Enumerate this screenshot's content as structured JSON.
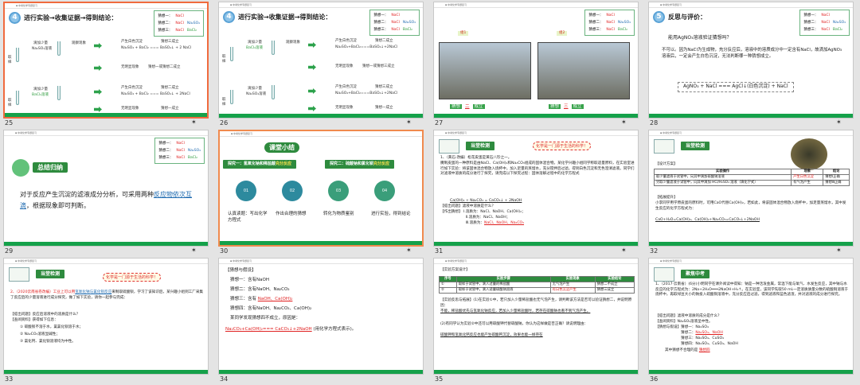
{
  "slides": [
    {
      "number": "25",
      "selected": true,
      "title": "进行实验→收集证据→得到结论：",
      "badge": "4",
      "hyp": [
        "猜想一：",
        "NaCl",
        "猜想二：",
        "NaCl",
        "Na₂SO₄",
        "猜想三：",
        "NaCl",
        "BaCl₂"
      ],
      "row1_label": "取样",
      "row2_label": "取样",
      "r1a": "滴加少量",
      "r1b": "Na₂SO₄溶液",
      "r1c": "产生白色沉淀",
      "r1d": "猜想三成立",
      "r1e": "Na₂SO₄ + BaCl₂ === BaSO₄↓ + 2 NaCl",
      "r1f": "无明显现象",
      "r1g": "猜想一或猜想二成立",
      "r2a": "滴加少量",
      "r2b": "BaCl₂溶液",
      "r2c": "产生白色沉淀",
      "r2d": "猜想二成立",
      "r2e": "Na₂SO₄ + BaCl₂ === BaSO₄↓ + 2NaCl",
      "r2f": "无明显现象",
      "r2g": "猜想一成立",
      "observe": "观察现象"
    },
    {
      "number": "26",
      "title": "进行实验→收集证据→得到结论：",
      "badge": "4",
      "r1a": "滴加少量",
      "r1b": "BaCl₂溶液",
      "r1c": "产生白色沉淀",
      "r1d": "猜想二成立",
      "r1e": "Na₂SO₄+BaCl₂===BaSO₄↓+2NaCl",
      "r1f": "无明显现象",
      "r1g": "猜想一或猜想三成立",
      "r2a": "滴加少量",
      "r2b": "Na₂SO₄溶液",
      "r2c": "产生白色沉淀",
      "r2d": "猜想三成立",
      "r2e": "Na₂SO₄+BaCl₂===BaSO₄↓+2NaCl",
      "r2f": "无明显现象",
      "r2g": "猜想一成立"
    },
    {
      "number": "27",
      "label1": "组1",
      "label2": "组2",
      "cap1": "猜想",
      "cap1b": "二",
      "cap1c": "成立",
      "cap2": "猜想",
      "cap2b": "三",
      "cap2c": "成立"
    },
    {
      "number": "28",
      "title": "反思与评价：",
      "badge": "5",
      "q": "能用AgNO₃溶液验证猜想吗？",
      "p": "不可以。因为NaCl为生成物，充分反应后，溶液中的溶质成分中一定含有NaCl，故滴加AgNO₃溶液后，一定会产生白色沉淀，无法判断哪一种猜想成立。",
      "eq": "AgNO₃ + NaCl === AgCl↓(白色沉淀) + NaCl"
    },
    {
      "number": "29",
      "title": "总结归纳",
      "p": "对于反应产生沉淀的滤液成分分析，可采用两种",
      "p_red": "反应物依次互滴",
      "p_end": "，根据现象即可判断。"
    },
    {
      "number": "30",
      "title": "课堂小结",
      "ex1": "探究一：氢氧化钠和稀盐酸",
      "ex1b": "充分反应",
      "ex2": "探究二：硫酸钠和氯化钡",
      "ex2b": "充分反应",
      "steps": [
        "01",
        "02",
        "03",
        "04"
      ],
      "s1": "认真读题：写出化学方程式",
      "s2": "作出合理的猜想",
      "s3": "转化为物质鉴别",
      "s4": "进行实验，得到结论"
    },
    {
      "number": "31",
      "title": "当堂检测",
      "quote": "化学是一门源于生活的科学！",
      "p1": "1、（黄石·改编）松花皮蛋是黄石八珍之一。",
      "p2": "腌制皮蛋的一种原料是由NaCl、Ca(OH)₂和Na₂CO₃组成的固体混合物。某化学兴趣小组同学称取适量原料，在实验室进行如下实验：将该固体混合物放入烧杯中，加入足量的蒸馏水，充分搅拌后过滤，得到白色沉淀和无色澄清滤液。同学们对滤液中溶质的成分进行了探究，请完成以下探究过程：固体溶解过程中的化学方程式",
      "eq": "Ca(OH)₂ + Na₂CO₃ = CaCO₃↓ + 2NaOH",
      "q": "【提出问题】滤液中溶质是什么？",
      "g": "【作出猜想】 Ⅰ.溶质为：NaCl、NaOH、Ca(OH)₂；",
      "g2": "Ⅱ.溶质为：NaCl、NaOH；",
      "g3": "Ⅲ.溶质为：",
      "g3ans": "NaCl、NaOH、Na₂CO₃"
    },
    {
      "number": "32",
      "title": "当堂检测",
      "t_design": "【设计方案】",
      "cols": [
        "实验操作",
        "现象",
        "结论"
      ],
      "r1": [
        "取少量滤液于试管中，向其中滴加碳酸钠溶液",
        "产生白色沉淀",
        "猜想Ⅰ正确"
      ],
      "r2": [
        "另取少量滤液于试管中，向其中滴加 HCl/H₂SO₄ 溶液（填化学式）",
        "有气泡产生",
        "猜想Ⅲ正确"
      ],
      "ext": "【拓展提升】",
      "p": "小李同学用学原皮蛋的原料时，可用CaO代替Ca(OH)₂，若如此，将该固体混合物放入烧杯中，加足量蒸馏水，其中发生反应的化学方程式为：",
      "eq": "CaO+H₂O=Ca(OH)₂、Ca(OH)₂+Na₂CO₃=CaCO₃↓+2NaOH"
    },
    {
      "number": "33",
      "title": "当堂检测",
      "quote": "化学是一门源于生活的科学！",
      "p1": "2、（2020云南省卷改编）工业上可以用",
      "p1r": "氢氧化钠与氯化钡反应",
      "p1b": "来制取硫酸钡，学习了该知识后，某兴趣小组到工厂采集了反应后的少量溶液进行成分探究，做了如下实验，请你一起参与完成：",
      "q": "【提出问题】反应后溶液中的溶质是什么？",
      "ref": "【查阅资料】获得如下信息：",
      "i1": "① 碳酸钡不溶于水，氯氯化钡溶于水；",
      "i2": "② Na₂CO₃溶液显碱性；",
      "i3": "③ 氯化钙、氯化钡溶液均为中性。"
    },
    {
      "number": "34",
      "t": "【猜想与假设】",
      "g1": "猜想一：含有NaOH",
      "g2": "猜想二：含有NaOH、Na₂CO₃",
      "g3a": "猜想三：含有 ",
      "g3r": "NaOH、Ca(OH)₂",
      "g4": "猜想四：含有NaOH、Na₂CO₃、Ca(OH)₂",
      "p": "某同学发现猜想四不成立，原因是：",
      "eq": "Na₂CO₃+Ca(OH)₂=== CaCO₃↓+2NaOH",
      "eq2": "(用化学方程式表示)。"
    },
    {
      "number": "35",
      "design": "【实验方案设计】",
      "cols": [
        "序号",
        "实验步骤",
        "实验现象",
        "实验结论"
      ],
      "r1": [
        "①",
        "取样于试管中，滴入过量的稀盐酸",
        "无气泡产生",
        "猜想二不成立"
      ],
      "r2": [
        "②",
        "取样于试管中，滴入适量碳酸钠溶液",
        "有白色沉淀产生",
        "猜想三成立"
      ],
      "eval": "【实验反思与拓展】(1)在实验①中，若只加入少量稀盐酸也无气泡产生，请判断该方法是否可以验证猜想二，并说明原因：",
      "eval2": "不能，稀盐酸优先与氢氧化钠反应，若加入少量稀盐酸时，若存在碳酸钠也看不到气泡产生。",
      "eval3": "(2)有同学认为实验②中还可以用碳酸钾代替碳酸钠，你认为这样做是否正确？请说明理由：",
      "eval4": "碳酸钾和氢氧化钙反应也能产生碳酸钙沉淀，效果也能一样存在"
    },
    {
      "number": "36",
      "title": "聚焦中考",
      "p1": "1、（2017·云南省）(6分)小明同学在课外阅读中得知：钠是一种活泼金属，常温下能与氧气、水发生反应，其中钠与水反应的化学方程式为：2Na+2H₂O═══2NaOH+H₂↑。在实验室，该同学先取50 mL一定溶质质量分数的硫酸铜溶液于烧杯中，再取绿豆大小的钠投入硫酸铜溶液中，充分反应后过滤，得到滤液和蓝色滤渣，并对滤液的成分进行探究。",
      "q": "【提出问题】滤液中溶质的成分是什么？",
      "ref": "【查阅资料】Na₂SO₄溶液呈中性。",
      "hd": "【猜想与假设】",
      "g1": "猜想一：Na₂SO₄",
      "g2a": "猜想二：",
      "g2r": "Na₂SO₄、NaOH",
      "g3": "猜想三：Na₂SO₄、CuSO₄",
      "g4": "猜想四：Na₂SO₄、CuSO₄、NaOH",
      "end": "其中猜想不合理的是",
      "ans": "猜想四"
    }
  ]
}
